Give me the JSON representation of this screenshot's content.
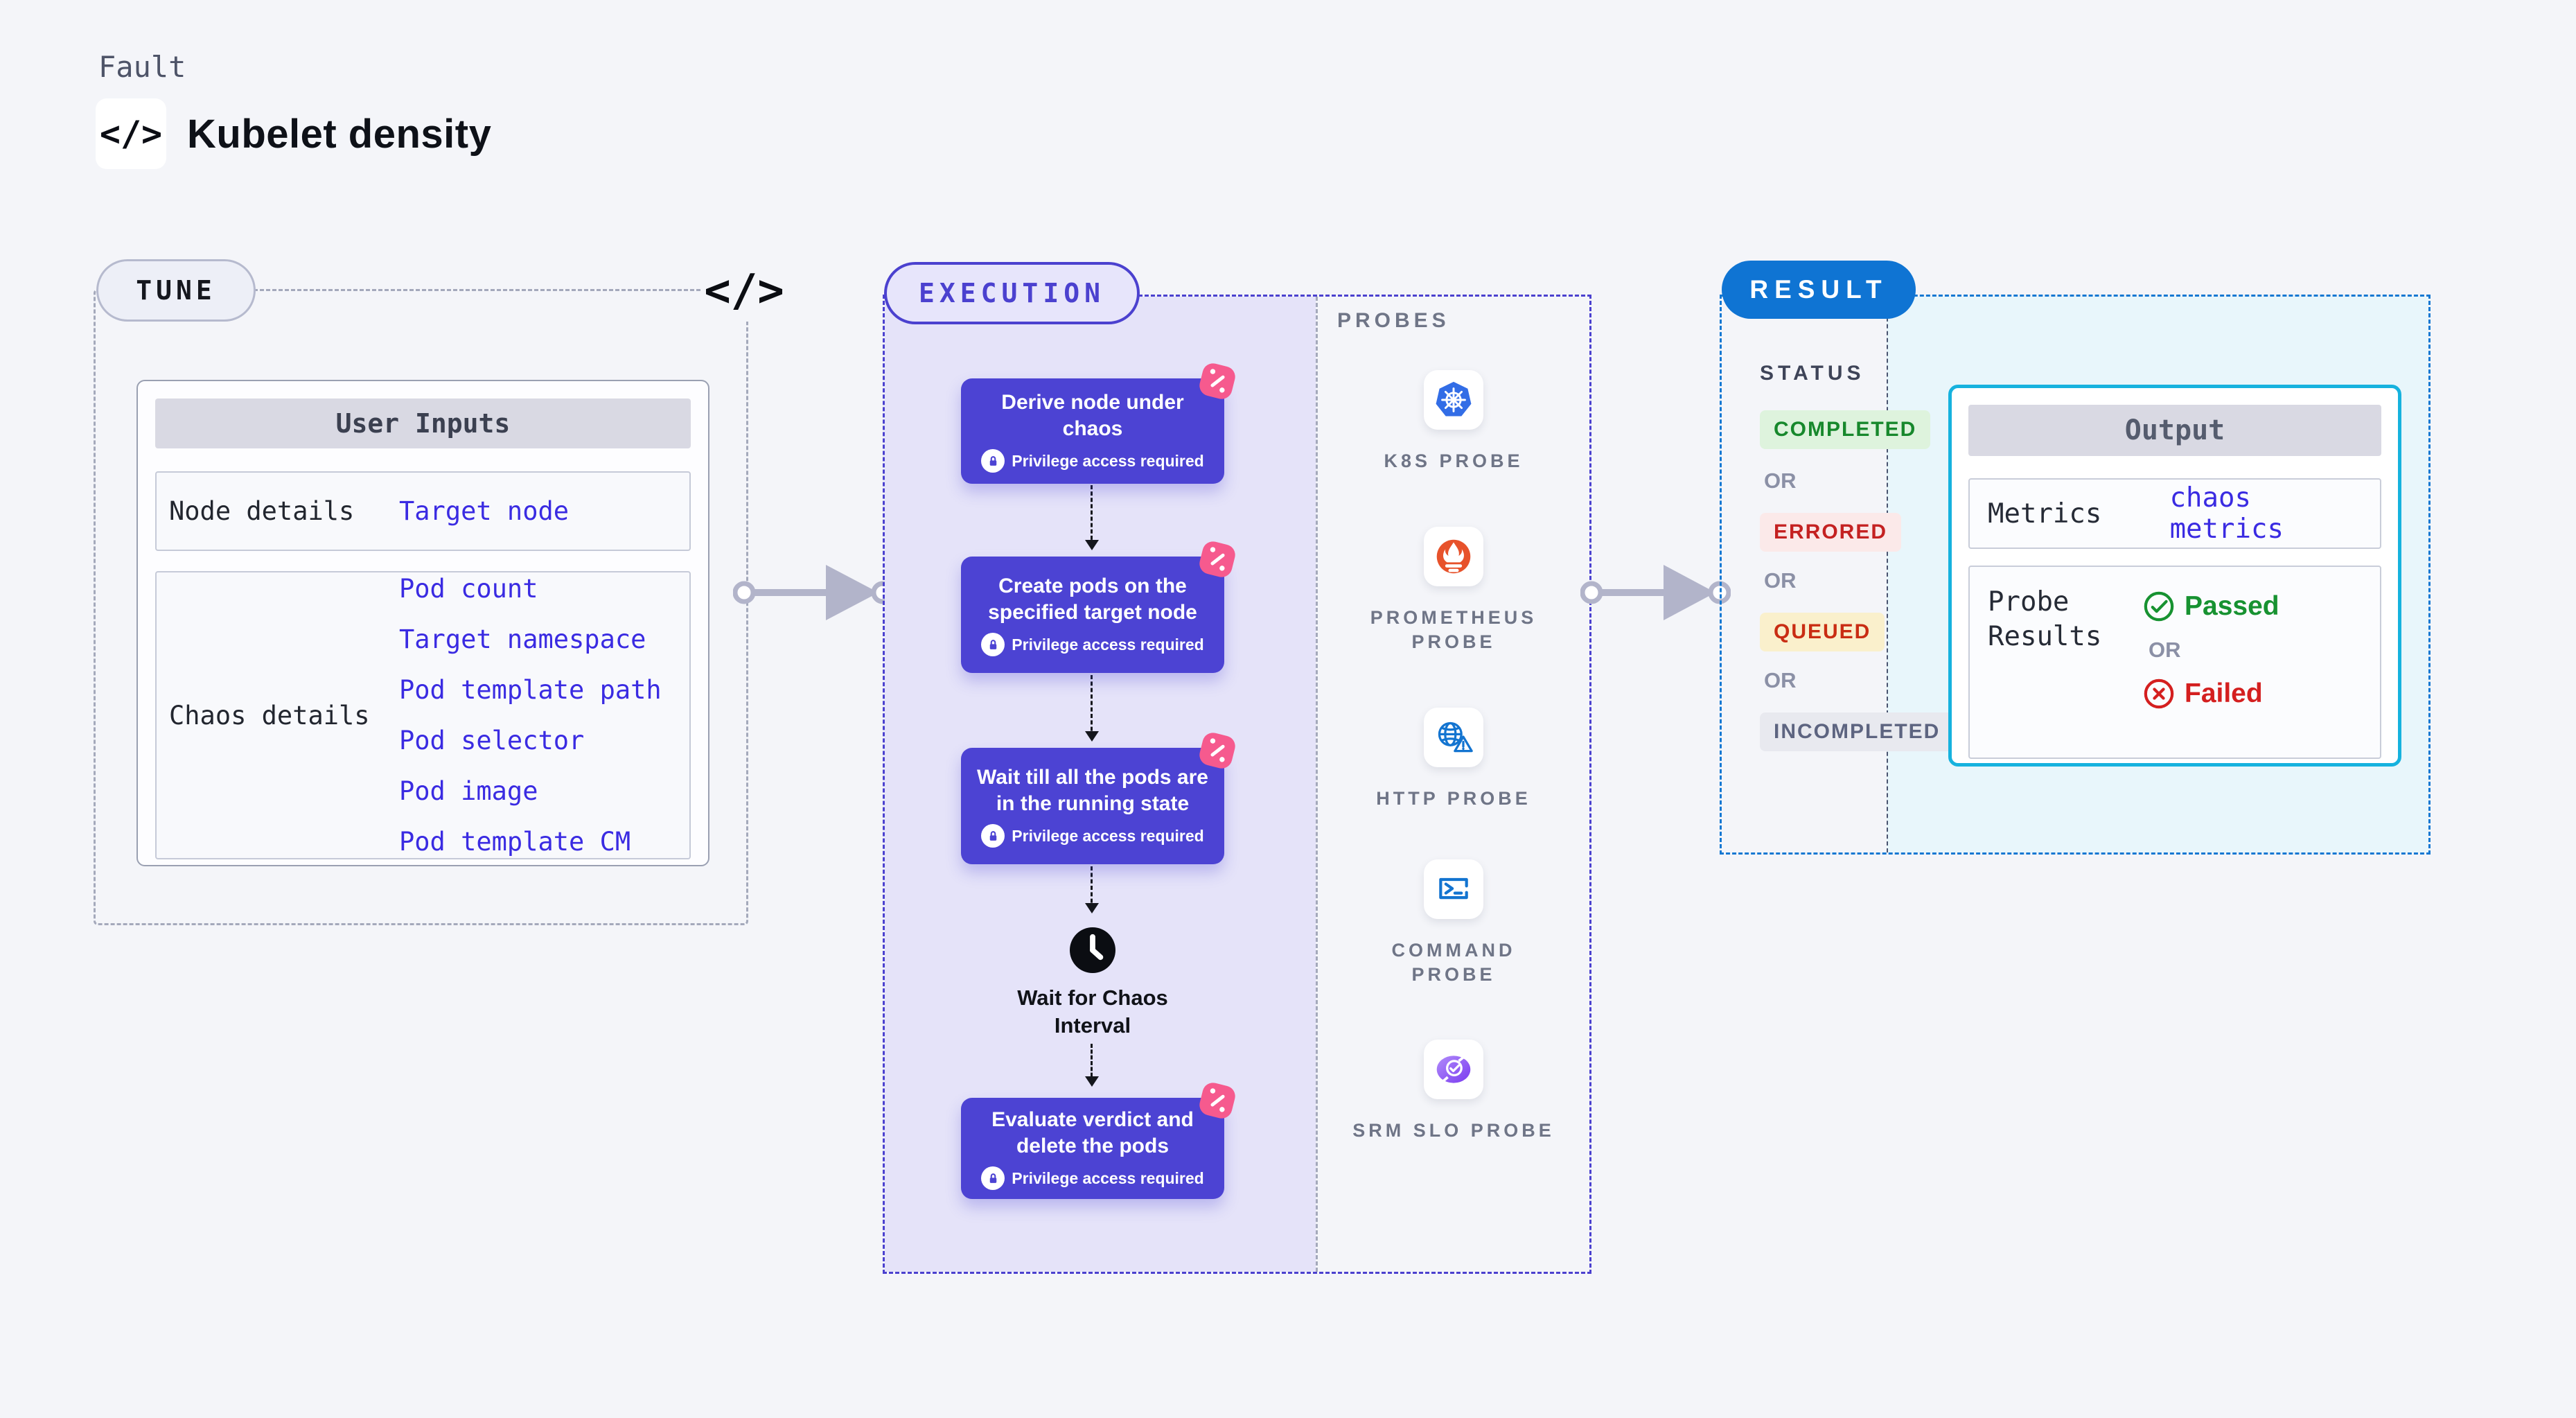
{
  "page": {
    "kicker": "Fault",
    "title": "Kubelet density",
    "code_icon": "</>"
  },
  "tune": {
    "label": "TUNE",
    "code_icon": "</>",
    "table": {
      "header": "User Inputs",
      "rows": [
        {
          "label": "Node details",
          "links": [
            "Target node"
          ]
        },
        {
          "label": "Chaos details",
          "links": [
            "Pod count",
            "Target namespace",
            "Pod template path",
            "Pod selector",
            "Pod image",
            "Pod template CM"
          ]
        }
      ]
    }
  },
  "execution": {
    "label": "EXECUTION",
    "steps": [
      {
        "title": "Derive node under chaos",
        "badge": "Privilege access required"
      },
      {
        "title": "Create pods on the specified target node",
        "badge": "Privilege access required"
      },
      {
        "title": "Wait till all the pods are in the running state",
        "badge": "Privilege access required"
      },
      {
        "title": "Evaluate verdict and delete the pods",
        "badge": "Privilege access required"
      }
    ],
    "wait_label": "Wait for Chaos Interval"
  },
  "probes": {
    "label": "PROBES",
    "items": [
      {
        "name": "K8S PROBE",
        "icon": "kubernetes-icon"
      },
      {
        "name": "PROMETHEUS PROBE",
        "icon": "prometheus-icon"
      },
      {
        "name": "HTTP PROBE",
        "icon": "globe-warning-icon"
      },
      {
        "name": "COMMAND PROBE",
        "icon": "terminal-icon"
      },
      {
        "name": "SRM SLO PROBE",
        "icon": "slo-pie-check-icon"
      }
    ]
  },
  "result": {
    "label": "RESULT",
    "status_heading": "STATUS",
    "or_label": "OR",
    "statuses": [
      "COMPLETED",
      "ERRORED",
      "QUEUED",
      "INCOMPLETED"
    ],
    "output": {
      "header": "Output",
      "metrics_label": "Metrics",
      "metrics_value": "chaos metrics",
      "probe_results_label": "Probe Results",
      "passed": "Passed",
      "failed": "Failed"
    }
  },
  "colors": {
    "page_bg": "#f4f5f9",
    "execution_indigo": "#4b41cf",
    "step_card": "#4c43d3",
    "execution_fill": "#e5e3f9",
    "result_blue": "#0f74d3",
    "result_fill": "#e8f6fb",
    "output_border": "#16b2de",
    "link_blue": "#3a2be2",
    "completed_green": "#17882c",
    "errored_red": "#c42121",
    "queued_amber_bg": "#faf0cc",
    "incompleted_gray": "#5d6480",
    "passed_green": "#179231",
    "failed_red": "#d41f1f",
    "chaos_pink": "#f65a8e"
  }
}
